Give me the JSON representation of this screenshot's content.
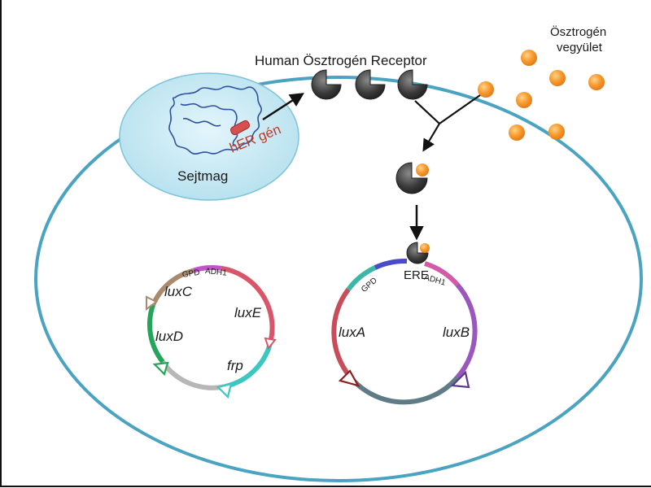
{
  "labels": {
    "receptor": "Human Ösztrogén Receptor",
    "estrogen_line1": "Ösztrogén",
    "estrogen_line2": "vegyület",
    "nucleus": "Sejtmag",
    "her_gene": "hER gén",
    "ere": "ERE"
  },
  "plasmid_left": {
    "gpd": "GPD",
    "adh1": "ADH1",
    "luxC": "luxC",
    "luxE": "luxE",
    "luxD": "luxD",
    "frp": "frp"
  },
  "plasmid_right": {
    "gpd": "GPD",
    "adh1": "ADH1",
    "luxA": "luxA",
    "luxB": "luxB"
  },
  "colors": {
    "cell_border": "#4aa3c0",
    "nucleus_fill": "#bfe6f2",
    "estrogen": "#f7982a",
    "receptor": "#3a3a3a",
    "dna": "#2f52a0",
    "her_gene": "#d65050",
    "her_label": "#c0392b"
  }
}
